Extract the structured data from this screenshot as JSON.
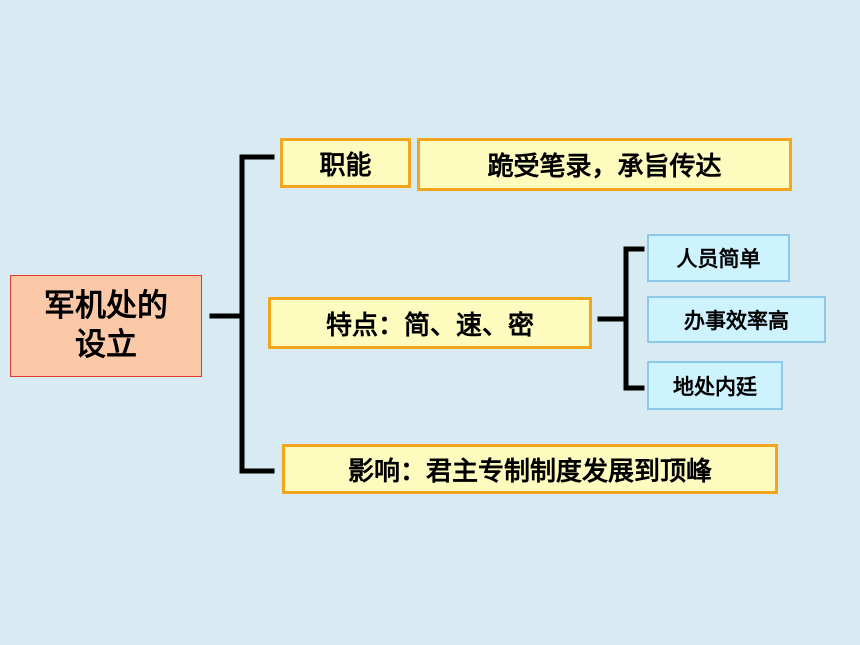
{
  "root": {
    "line1": "军机处的",
    "line2": "设立"
  },
  "branches": {
    "function": {
      "label": "职能",
      "detail": "跪受笔录，承旨传达"
    },
    "features": {
      "label": "特点：简、速、密"
    },
    "influence": {
      "label": "影响：君主专制制度发展到顶峰"
    }
  },
  "feature_items": [
    "人员简单",
    "办事效率高",
    "地处内廷"
  ],
  "colors": {
    "background": "#d9ebf2",
    "root_fill": "#fbc9a8",
    "root_border": "#e23a2a",
    "yellow_fill": "#fdfbbd",
    "yellow_border": "#f2a61d",
    "blue_fill": "#cdf3ff",
    "blue_border": "#8ec9ea",
    "connector": "#000000"
  }
}
